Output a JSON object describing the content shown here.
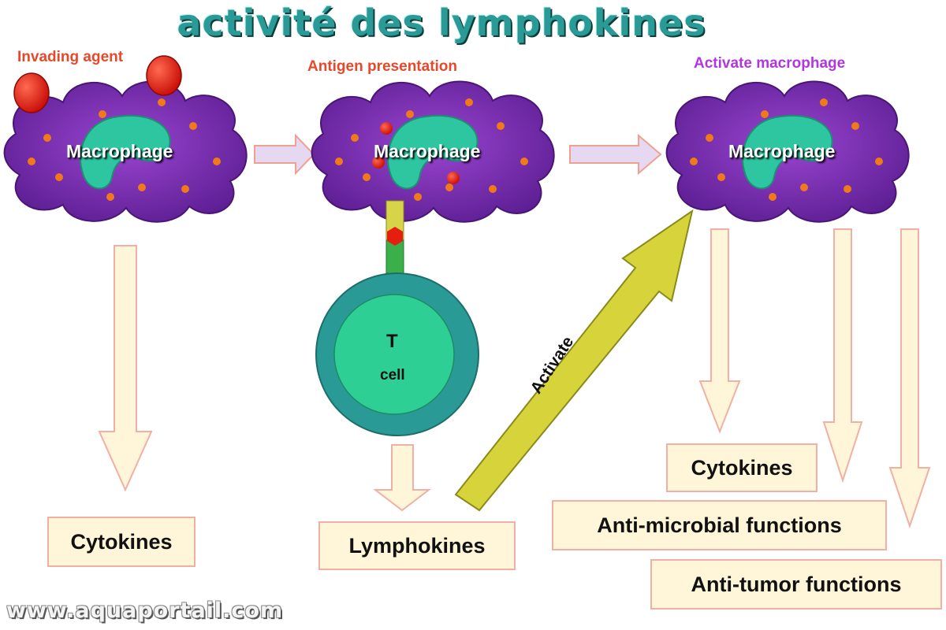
{
  "title": "activité des lymphokines",
  "labels": {
    "invading_agent": "Invading agent",
    "antigen_presentation": "Antigen presentation",
    "activate_macrophage": "Activate macrophage"
  },
  "macrophage_label": "Macrophage",
  "t_cell": {
    "line1": "T",
    "line2": "cell"
  },
  "activate_arrow_label": "Activate",
  "boxes": {
    "cytokines_left": "Cytokines",
    "lymphokines": "Lymphokines",
    "cytokines_right": "Cytokines",
    "anti_microbial": "Anti-microbial functions",
    "anti_tumor": "Anti-tumor functions"
  },
  "watermark": "www.aquaportail.com",
  "colors": {
    "title": "#2a9a96",
    "macrophage_body": "#7a2fb0",
    "nucleus": "#2ec6a0",
    "antigen": "#e61e10",
    "t_cell_outer": "#2a9a96",
    "t_cell_inner": "#2ecf95",
    "activate_arrow": "#d6d43a",
    "flow_arrow": "#fff5d8",
    "label_red": "#e8482a",
    "label_purple": "#b236e0"
  },
  "icons": [
    "macrophage-cell",
    "invading-agent-blob",
    "t-cell",
    "flow-arrow",
    "activate-arrow"
  ]
}
